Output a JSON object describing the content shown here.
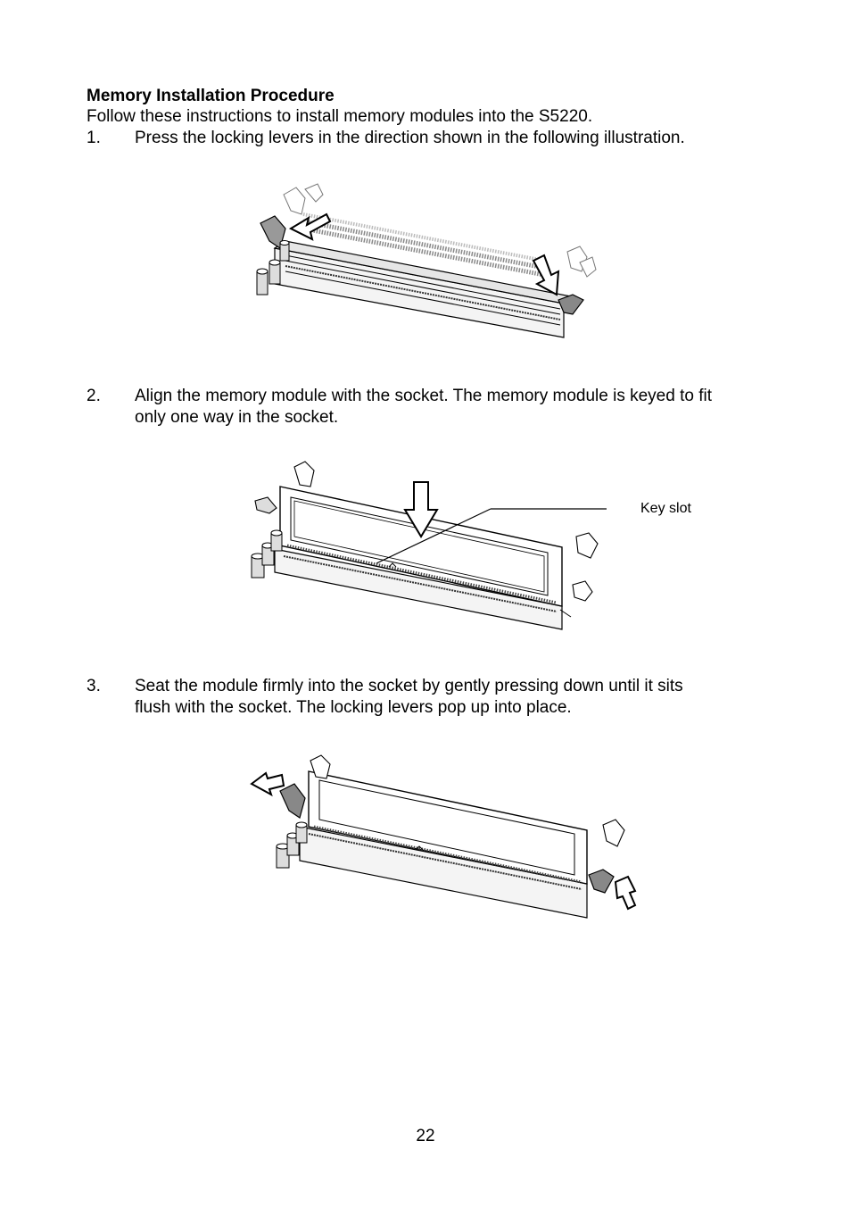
{
  "heading": "Memory Installation Procedure",
  "intro": "Follow these instructions to install memory modules into the S5220.",
  "steps": [
    {
      "number": "1.",
      "lines": [
        "Press the locking levers in the direction shown in the following illustration."
      ]
    },
    {
      "number": "2.",
      "lines": [
        "Align the memory module with the socket. The memory module is keyed to fit",
        "only one way in the socket."
      ]
    },
    {
      "number": "3.",
      "lines": [
        "Seat the module firmly into the socket by gently pressing down until it sits",
        "flush with the socket. The locking levers pop up into place."
      ]
    }
  ],
  "figures": {
    "fig2_callout": "Key slot"
  },
  "page_number": "22"
}
